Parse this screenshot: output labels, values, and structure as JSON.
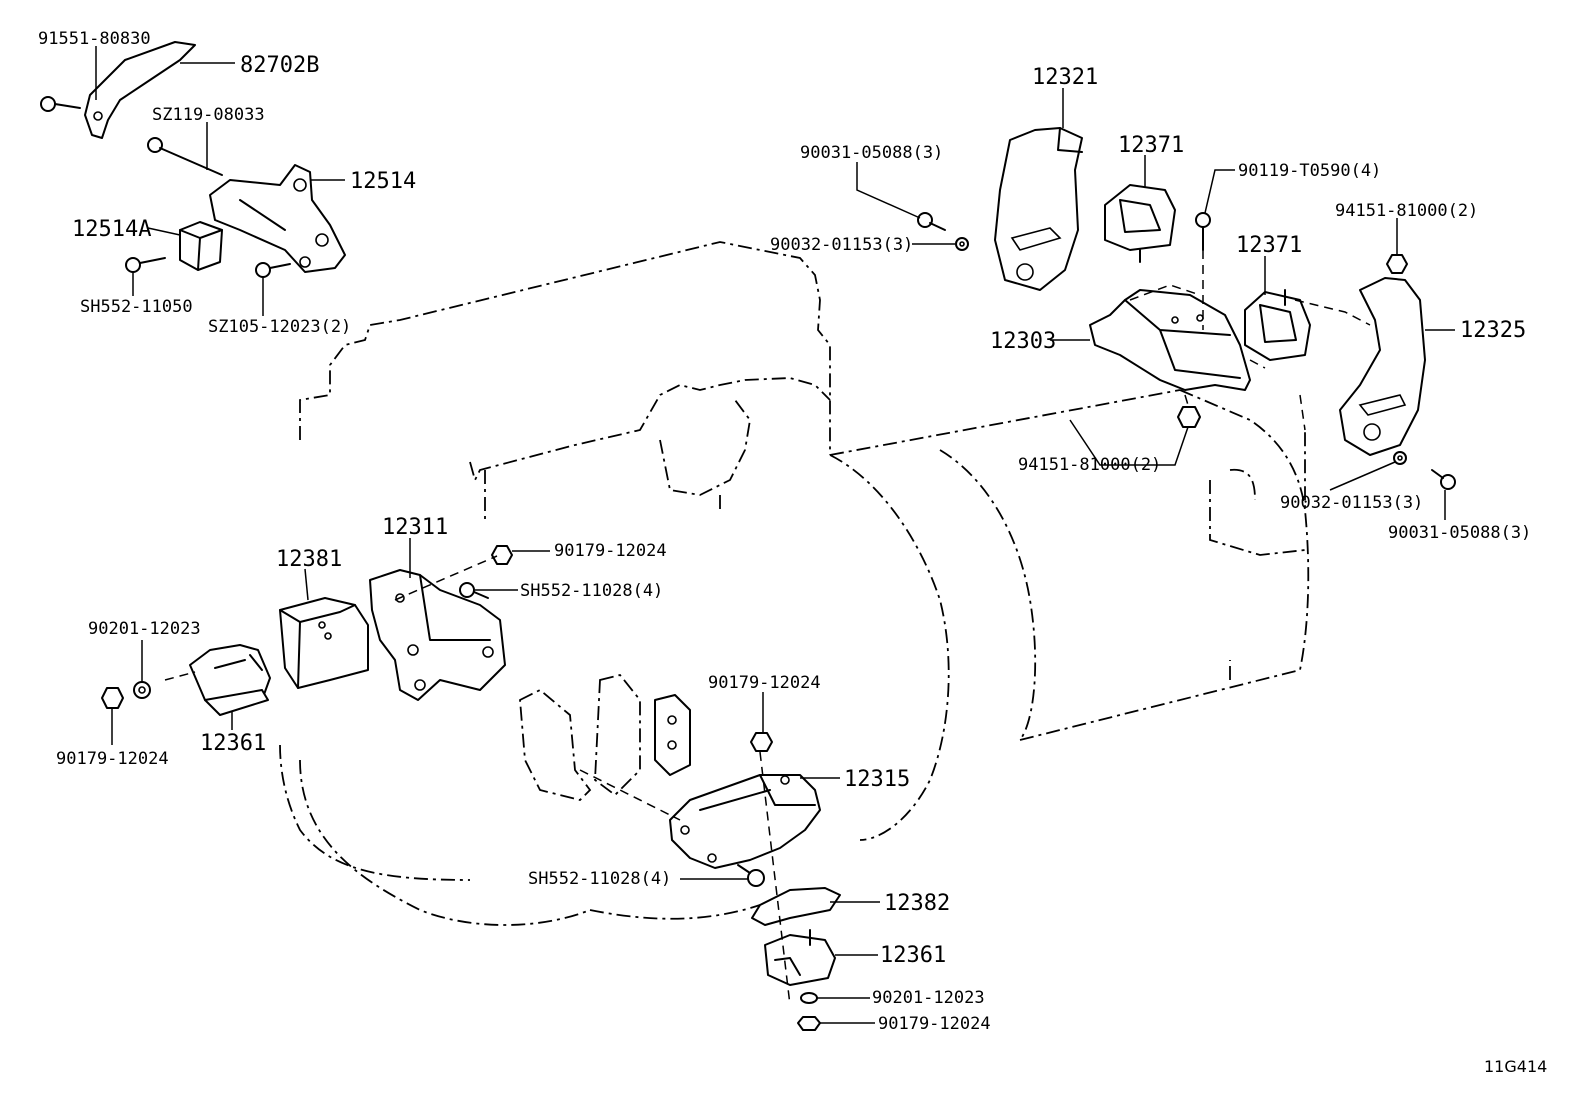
{
  "diagram": {
    "reference_code": "11G414",
    "labels": {
      "p_91551_80830": "91551-80830",
      "p_82702B": "82702B",
      "p_SZ119_08033": "SZ119-08033",
      "p_12514": "12514",
      "p_12514A": "12514A",
      "p_SH552_11050": "SH552-11050",
      "p_SZ105_12023": "SZ105-12023(2)",
      "p_12321": "12321",
      "p_12371_a": "12371",
      "p_90031_05088_a": "90031-05088(3)",
      "p_90032_01153_a": "90032-01153(3)",
      "p_90119_T0590": "90119-T0590(4)",
      "p_94151_81000_a": "94151-81000(2)",
      "p_12371_b": "12371",
      "p_12303": "12303",
      "p_12325": "12325",
      "p_94151_81000_b": "94151-81000(2)",
      "p_90032_01153_b": "90032-01153(3)",
      "p_90031_05088_b": "90031-05088(3)",
      "p_12311": "12311",
      "p_12381": "12381",
      "p_90179_12024_a": "90179-12024",
      "p_SH552_11028_a": "SH552-11028(4)",
      "p_90201_12023_a": "90201-12023",
      "p_90179_12024_b": "90179-12024",
      "p_12361_a": "12361",
      "p_90179_12024_c": "90179-12024",
      "p_12315": "12315",
      "p_SH552_11028_b": "SH552-11028(4)",
      "p_12382": "12382",
      "p_12361_b": "12361",
      "p_90201_12023_b": "90201-12023",
      "p_90179_12024_d": "90179-12024"
    }
  }
}
